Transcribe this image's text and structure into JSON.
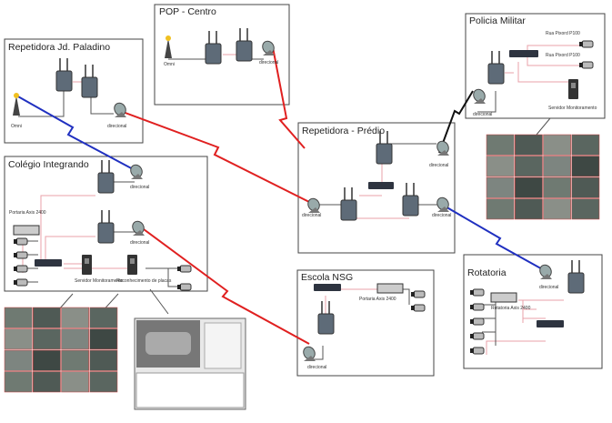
{
  "sites": {
    "pop_centro": {
      "title": "POP - Centro",
      "omni": "Omni",
      "directional": "direcional"
    },
    "paladino": {
      "title": "Repetidora Jd. Paladino",
      "omni": "Omni",
      "directional": "direcional"
    },
    "policia": {
      "title": "Policia Militar",
      "cam1": "Rua Pixord P100",
      "cam2": "Rua Pixord P100",
      "server": "Servidor Monitoramento",
      "directional": "direcional"
    },
    "predio": {
      "title": "Repetidora - Prédio",
      "dir_left": "direcional",
      "dir_top": "direcional",
      "dir_right": "direcional"
    },
    "colegio": {
      "title": "Colégio Integrando",
      "dvr": "Portaria Axis 2400",
      "dir1": "direcional",
      "dir2": "direcional",
      "server": "Servidor Monitoramento",
      "lpr": "Reconhecimento de placas"
    },
    "escola": {
      "title": "Escola NSG",
      "dvr": "Portaria Axis 2400",
      "directional": "direcional"
    },
    "rotatoria": {
      "title": "Rotatoria",
      "dvr": "Rotatoria Axis 2400",
      "directional": "direcional"
    }
  },
  "link_colors": {
    "red": "#e02020",
    "blue": "#2030c0",
    "black": "#111111"
  }
}
